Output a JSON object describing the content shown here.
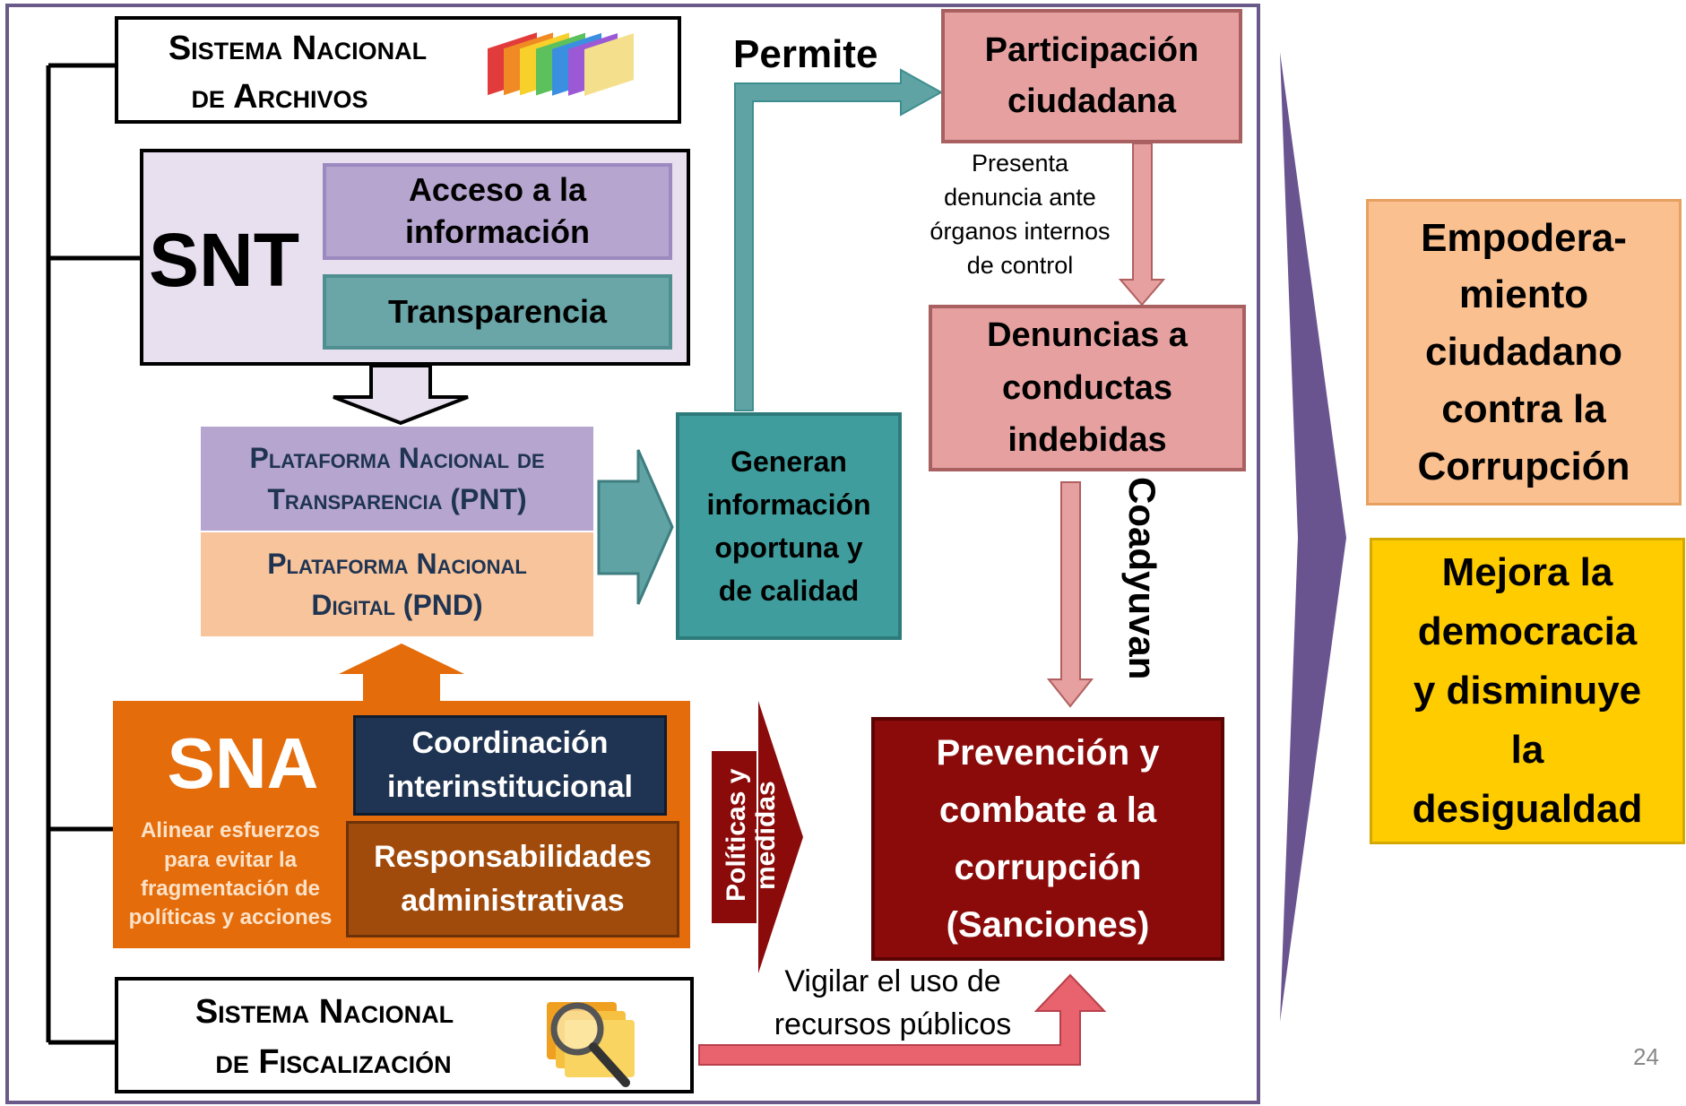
{
  "frame": {
    "border_color": "#6a5a8a"
  },
  "archivos": {
    "line1": "Sistema Nacional",
    "line2": "de Archivos",
    "icon": "colored-folders-icon"
  },
  "snt": {
    "label": "SNT",
    "acceso": "Acceso a la información",
    "transparencia": "Transparencia",
    "bg": "#e8e0ef"
  },
  "pnt": {
    "line1": "Plataforma Nacional de",
    "line2": "Transparencia (PNT)"
  },
  "pnd": {
    "line1": "Plataforma Nacional",
    "line2": "Digital (PND)"
  },
  "generan": "Generan información oportuna y de calidad",
  "permite": "Permite",
  "participacion": "Participación ciudadana",
  "presenta": "Presenta\ndenuncia ante\nórganos internos\nde control",
  "denuncias": "Denuncias a conductas indebidas",
  "coadyuvan": "Coadyuvan",
  "sna": {
    "label": "SNA",
    "subtitle": "Alinear esfuerzos\npara evitar la\nfragmentación de\npolíticas y acciones",
    "coordinacion": "Coordinación interinstitucional",
    "responsabilidades": "Responsabilidades administrativas"
  },
  "politicas": "Políticas y medidas",
  "prevencion": "Prevención y combate a la corrupción (Sanciones)",
  "vigilar": "Vigilar el uso de recursos públicos",
  "fiscalizacion": {
    "line1": "Sistema Nacional",
    "line2": "de Fiscalización",
    "icon": "magnifier-folders-icon"
  },
  "empoderamiento": "Empodera-\nmiento\nciudadano\ncontra la\nCorrupción",
  "mejora": "Mejora la\ndemocracia\ny disminuye\nla\ndesigualdad",
  "page_number": "24",
  "colors": {
    "purple": "#b6a5cf",
    "teal": "#5fa3a4",
    "teal_dark": "#3f8e8f",
    "peach": "#f8c49b",
    "orange": "#e46c0a",
    "navy": "#1f3452",
    "brown": "#a04a0b",
    "pink": "#e6a0a0",
    "maroon": "#8b0a0a",
    "gold": "#ffcc00",
    "violet": "#6a5490"
  }
}
